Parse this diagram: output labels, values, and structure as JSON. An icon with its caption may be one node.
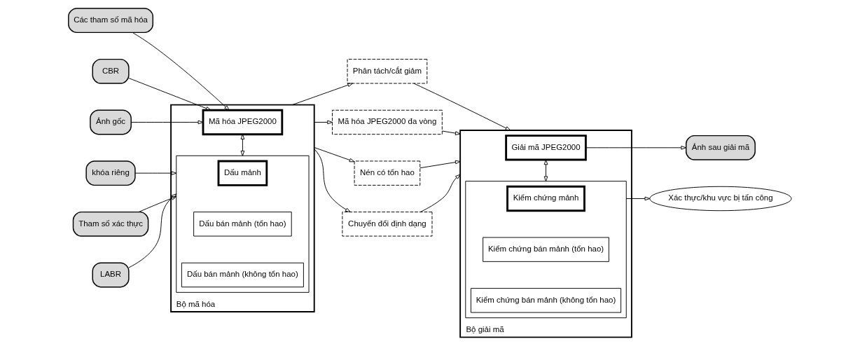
{
  "diagram": {
    "nodes": [
      {
        "text": [
          "Các tham số mã hóa"
        ]
      },
      {
        "text": [
          "CBR"
        ]
      },
      {
        "text": [
          "Ảnh gốc"
        ]
      },
      {
        "text": [
          "khóa riêng"
        ]
      },
      {
        "text": [
          "Tham số xác thực"
        ]
      },
      {
        "text": [
          "LABR"
        ]
      },
      {
        "text": [
          "Bộ mã hóa"
        ]
      },
      {
        "text": [
          "Mã hóa JPEG2000"
        ],
        "in": 6
      },
      {
        "text": [],
        "shape": "box",
        "in": 6
      },
      {
        "text": [
          "Dấu mảnh"
        ],
        "in": 8
      },
      {
        "text": [
          "Dấu bán mảnh (tổn hao)"
        ],
        "in": 8
      },
      {
        "text": [
          "Dấu bán mảnh (không tổn hao)"
        ],
        "in": 8
      },
      {
        "text": [
          "Phân tách/cắt giảm"
        ]
      },
      {
        "text": [
          "Mã hóa JPEG2000 đa vòng"
        ]
      },
      {
        "text": [
          "Nén có tổn hao"
        ]
      },
      {
        "text": [
          "Chuyển đổi định dạng"
        ]
      },
      {
        "text": [
          "Bộ giải mã"
        ]
      },
      {
        "text": [
          "Giải mã JPEG2000"
        ],
        "in": 16
      },
      {
        "text": [],
        "shape": "box",
        "in": 16
      },
      {
        "text": [
          "Kiểm chứng mảnh"
        ],
        "in": 18
      },
      {
        "text": [
          "Kiểm chứng bán mảnh (tổn hao)"
        ],
        "in": 18
      },
      {
        "text": [
          "Kiểm chứng bán mảnh (không tổn hao)"
        ],
        "in": 18
      },
      {
        "text": [
          "Ảnh sau giải mã"
        ]
      },
      {
        "text": [
          "Xác thực/khu vực bị tấn công"
        ]
      }
    ],
    "edges": [
      {
        "from": 0,
        "to": 7,
        "arrow": "to"
      },
      {
        "from": 1,
        "to": 7,
        "arrow": "to"
      },
      {
        "from": 2,
        "to": 7,
        "arrow": "to"
      },
      {
        "from": 3,
        "to": 8,
        "arrow": "to"
      },
      {
        "from": 4,
        "to": 8,
        "arrow": "to"
      },
      {
        "from": 5,
        "to": 8,
        "arrow": "to"
      },
      {
        "from": 7,
        "to": 8,
        "arrow": "both"
      },
      {
        "from": 6,
        "to": 12,
        "arrow": "to"
      },
      {
        "from": 6,
        "to": 13,
        "arrow": "to"
      },
      {
        "from": 6,
        "to": 14,
        "arrow": "to"
      },
      {
        "from": 6,
        "to": 15,
        "arrow": "to"
      },
      {
        "from": 12,
        "to": 16,
        "arrow": "to"
      },
      {
        "from": 13,
        "to": 16,
        "arrow": "to"
      },
      {
        "from": 14,
        "to": 16,
        "arrow": "to"
      },
      {
        "from": 15,
        "to": 16,
        "arrow": "to"
      },
      {
        "from": 17,
        "to": 18,
        "arrow": "both"
      },
      {
        "from": 17,
        "to": 22,
        "arrow": "to"
      },
      {
        "from": 18,
        "to": 23,
        "arrow": "to"
      }
    ]
  }
}
